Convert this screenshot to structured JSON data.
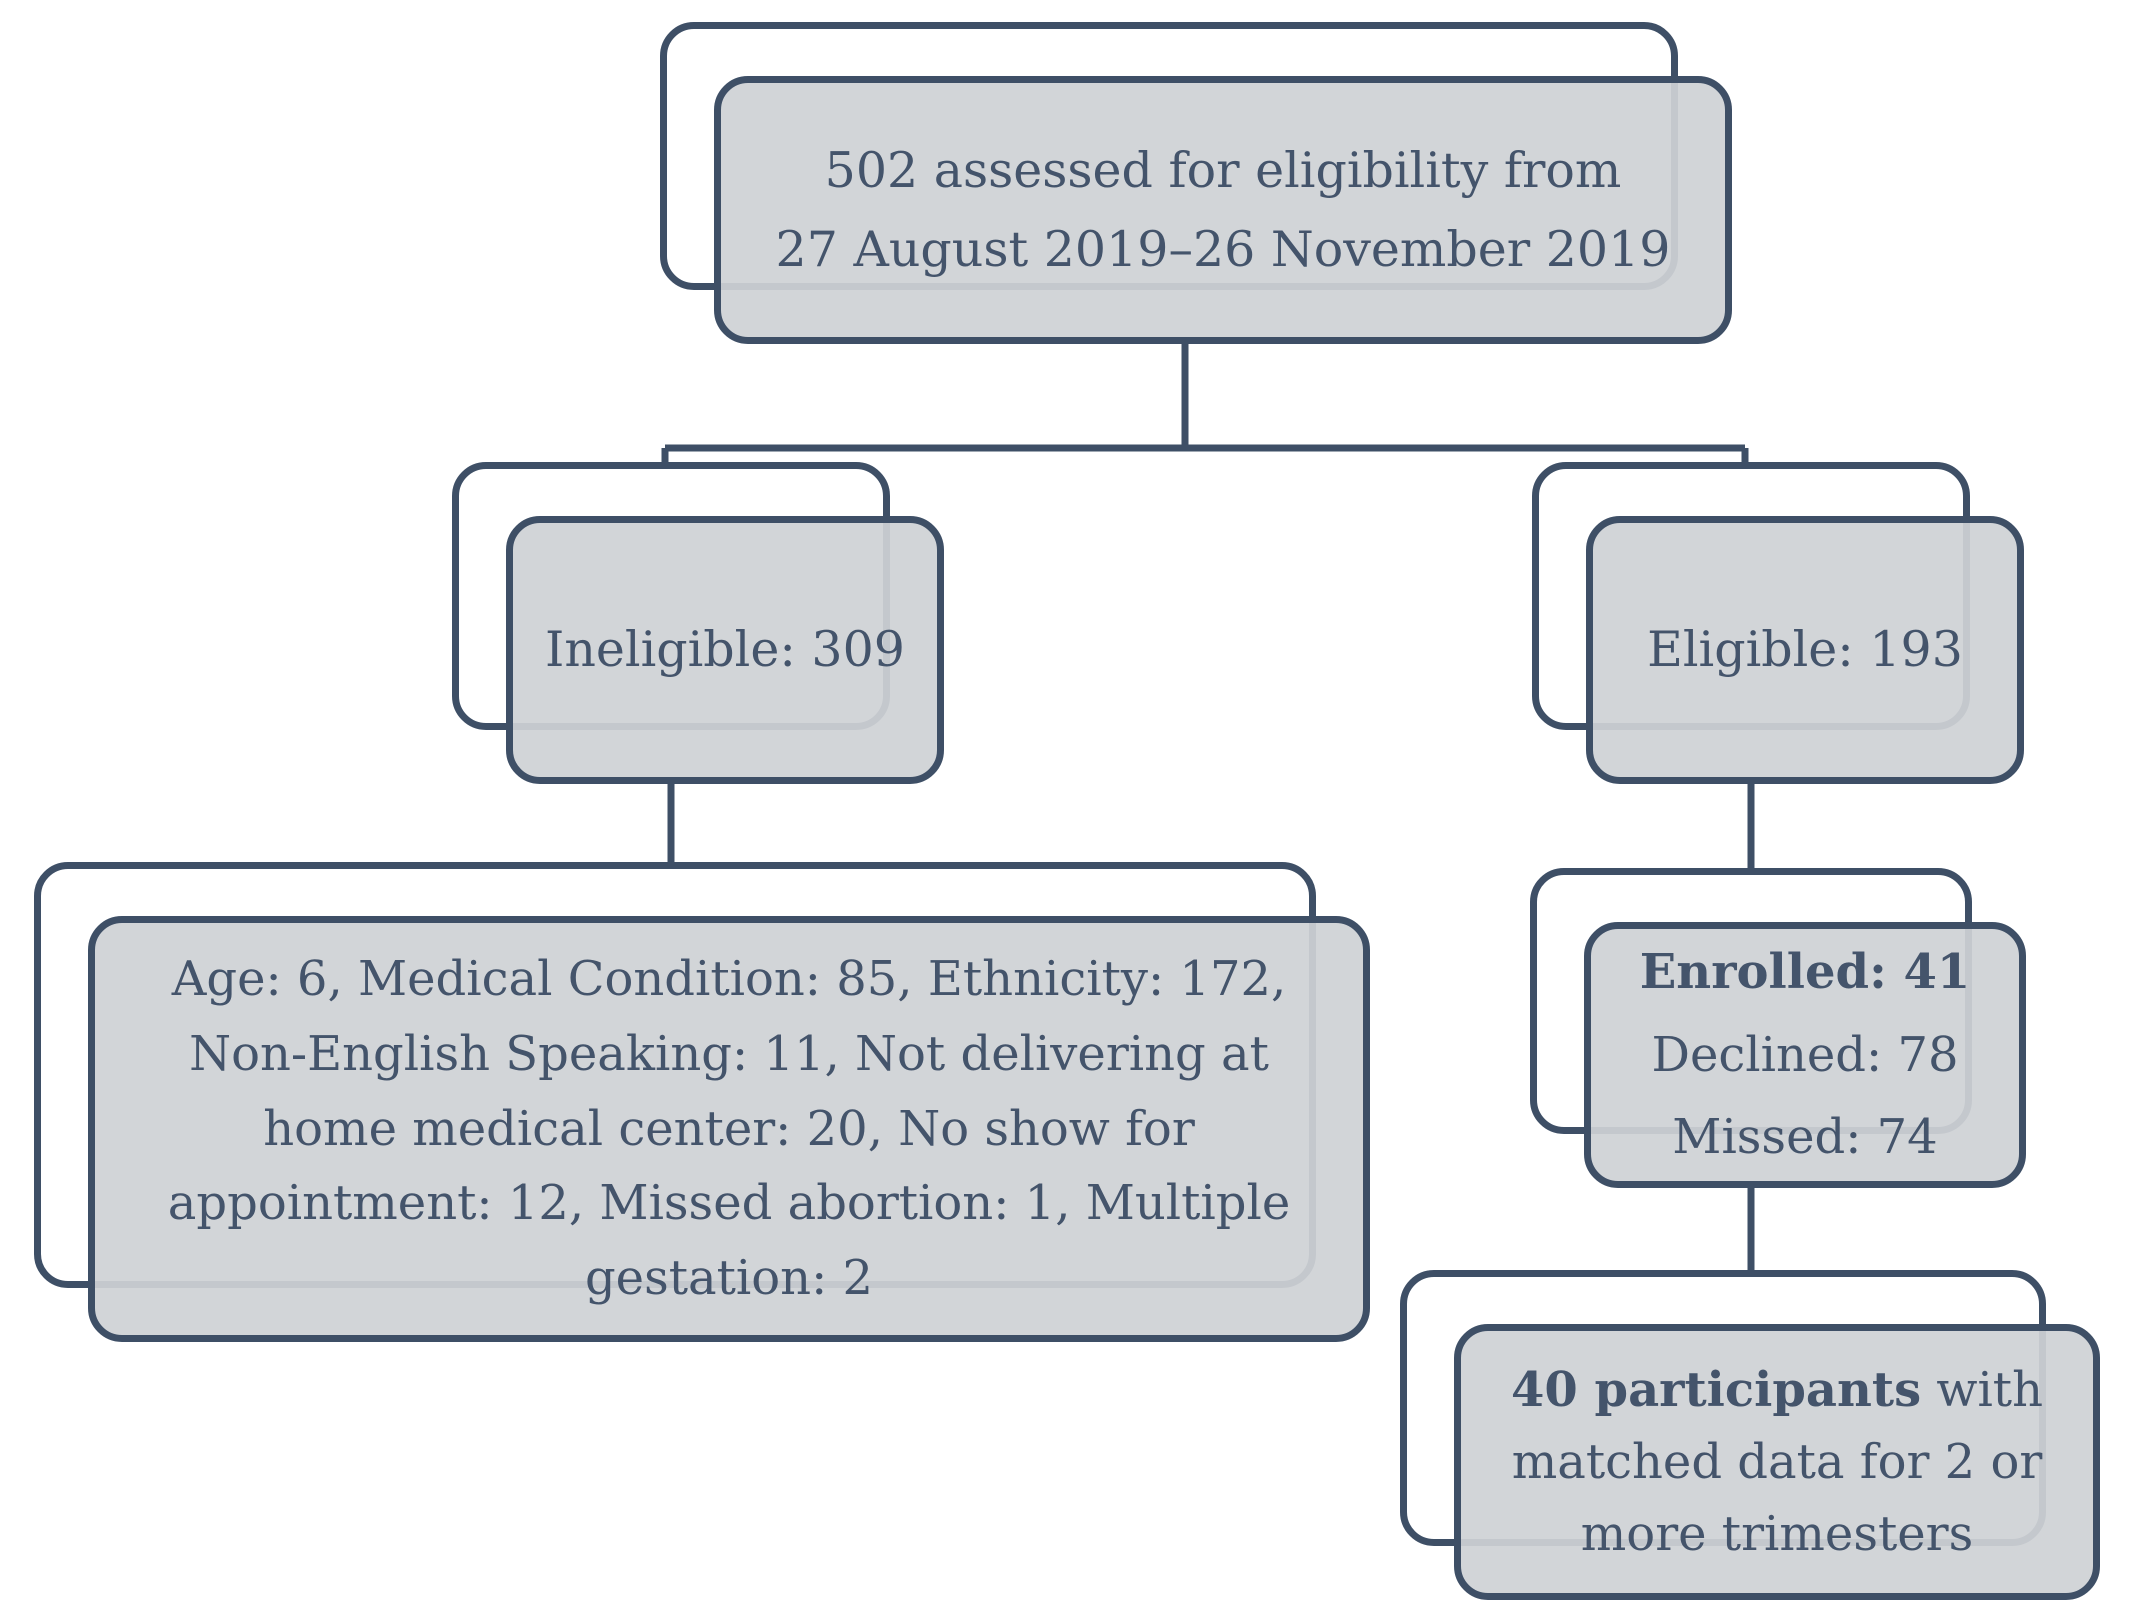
{
  "diagram": {
    "type": "participant-flow-diagram",
    "colors": {
      "stroke": "#3e4f66",
      "text": "#44546b",
      "box_fill": "#cfd2d5",
      "back_fill": "#ffffff",
      "background": "#ffffff"
    },
    "nodes": {
      "assessed": {
        "line1": "502 assessed for eligibility from",
        "line2": "27 August 2019–26 November 2019",
        "count": 502
      },
      "ineligible": {
        "text": "Ineligible: 309",
        "count": 309
      },
      "eligible": {
        "text": "Eligible: 193",
        "count": 193
      },
      "reasons": {
        "text": "Age: 6, Medical Condition: 85, Ethnicity: 172, Non-English Speaking: 11, Not delivering at home medical center: 20, No show for appointment: 12, Missed abortion: 1, Multiple gestation: 2",
        "items": [
          {
            "label": "Age",
            "value": 6
          },
          {
            "label": "Medical Condition",
            "value": 85
          },
          {
            "label": "Ethnicity",
            "value": 172
          },
          {
            "label": "Non-English Speaking",
            "value": 11
          },
          {
            "label": "Not delivering at home medical center",
            "value": 20
          },
          {
            "label": "No show for appointment",
            "value": 12
          },
          {
            "label": "Missed abortion",
            "value": 1
          },
          {
            "label": "Multiple gestation",
            "value": 2
          }
        ]
      },
      "enrollment": {
        "enrolled": "Enrolled: 41",
        "declined": "Declined: 78",
        "missed": "Missed: 74",
        "enrolled_count": 41,
        "declined_count": 78,
        "missed_count": 74
      },
      "matched": {
        "bold": "40 participants",
        "rest": " with matched data for 2 or more trimesters",
        "count": 40
      }
    },
    "edges": [
      {
        "from": "assessed",
        "to": "ineligible"
      },
      {
        "from": "assessed",
        "to": "eligible"
      },
      {
        "from": "ineligible",
        "to": "reasons"
      },
      {
        "from": "eligible",
        "to": "enrollment"
      },
      {
        "from": "enrollment",
        "to": "matched"
      }
    ]
  }
}
